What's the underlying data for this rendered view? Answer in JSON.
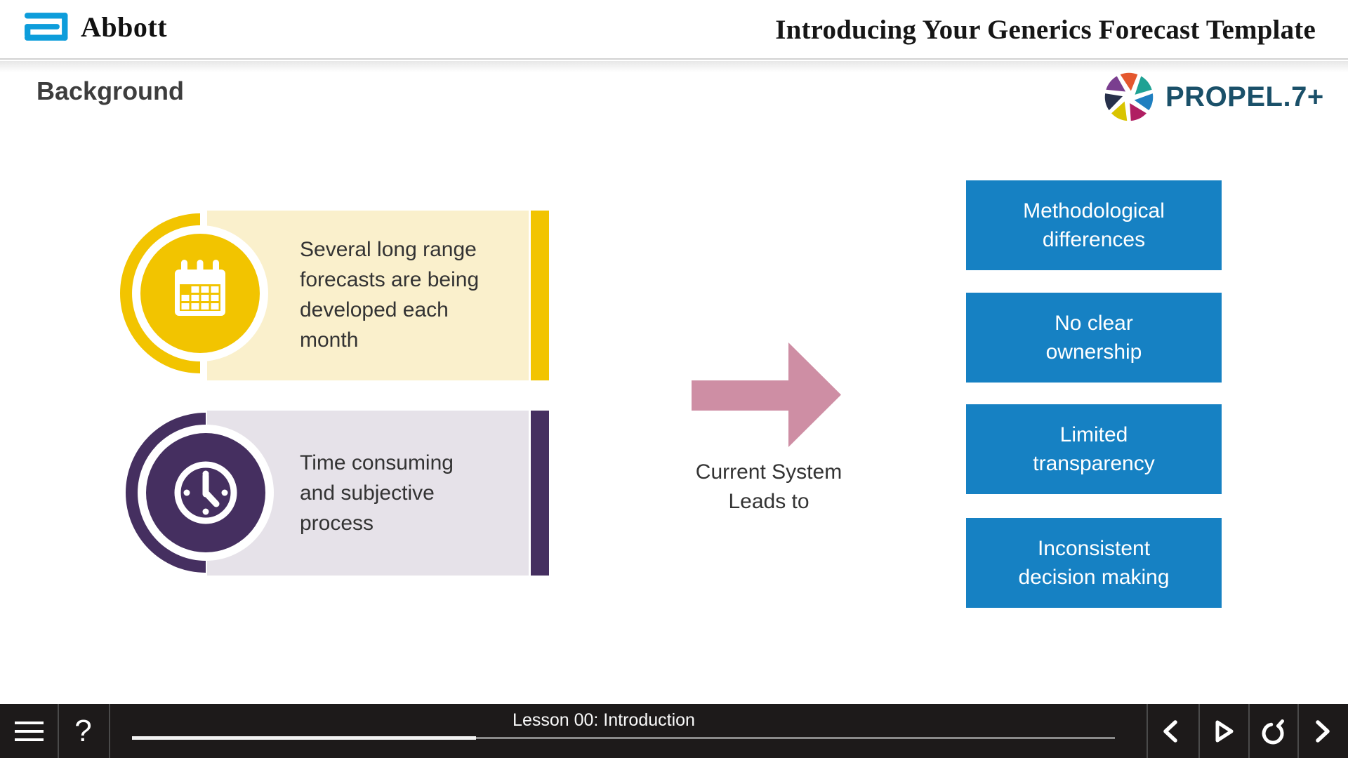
{
  "header": {
    "brand": "Abbott",
    "title": "Introducing Your Generics Forecast Template"
  },
  "slide": {
    "heading": "Background",
    "propel_logo_text": "PROPEL.7+",
    "cards": [
      {
        "icon": "calendar-icon",
        "text": "Several long range\nforecasts are being\ndeveloped each\nmonth"
      },
      {
        "icon": "clock-icon",
        "text": "Time consuming\nand subjective\nprocess"
      }
    ],
    "arrow_label": "Current System\nLeads to",
    "outcome_boxes": [
      "Methodological\ndifferences",
      "No clear\nownership",
      "Limited\ntransparency",
      "Inconsistent\ndecision making"
    ]
  },
  "player": {
    "lesson_label": "Lesson 00: Introduction",
    "help_label": "?",
    "progress_pct": 35
  },
  "colors": {
    "accent-yellow": "#F2C400",
    "pale-yellow": "#FAF0CC",
    "accent-purple": "#452F60",
    "pale-purple": "#E6E2E9",
    "accent-blue": "#1681C3",
    "accent-pink": "#CE8EA4",
    "propel-text": "#1A5069",
    "abbott-blue": "#0D9DDB",
    "player-bg": "#1D1A1A",
    "propel_blades": [
      "#E4572E",
      "#1FA294",
      "#1F7FC0",
      "#B01E62",
      "#D9C400",
      "#27304A",
      "#7A3E8F"
    ]
  }
}
